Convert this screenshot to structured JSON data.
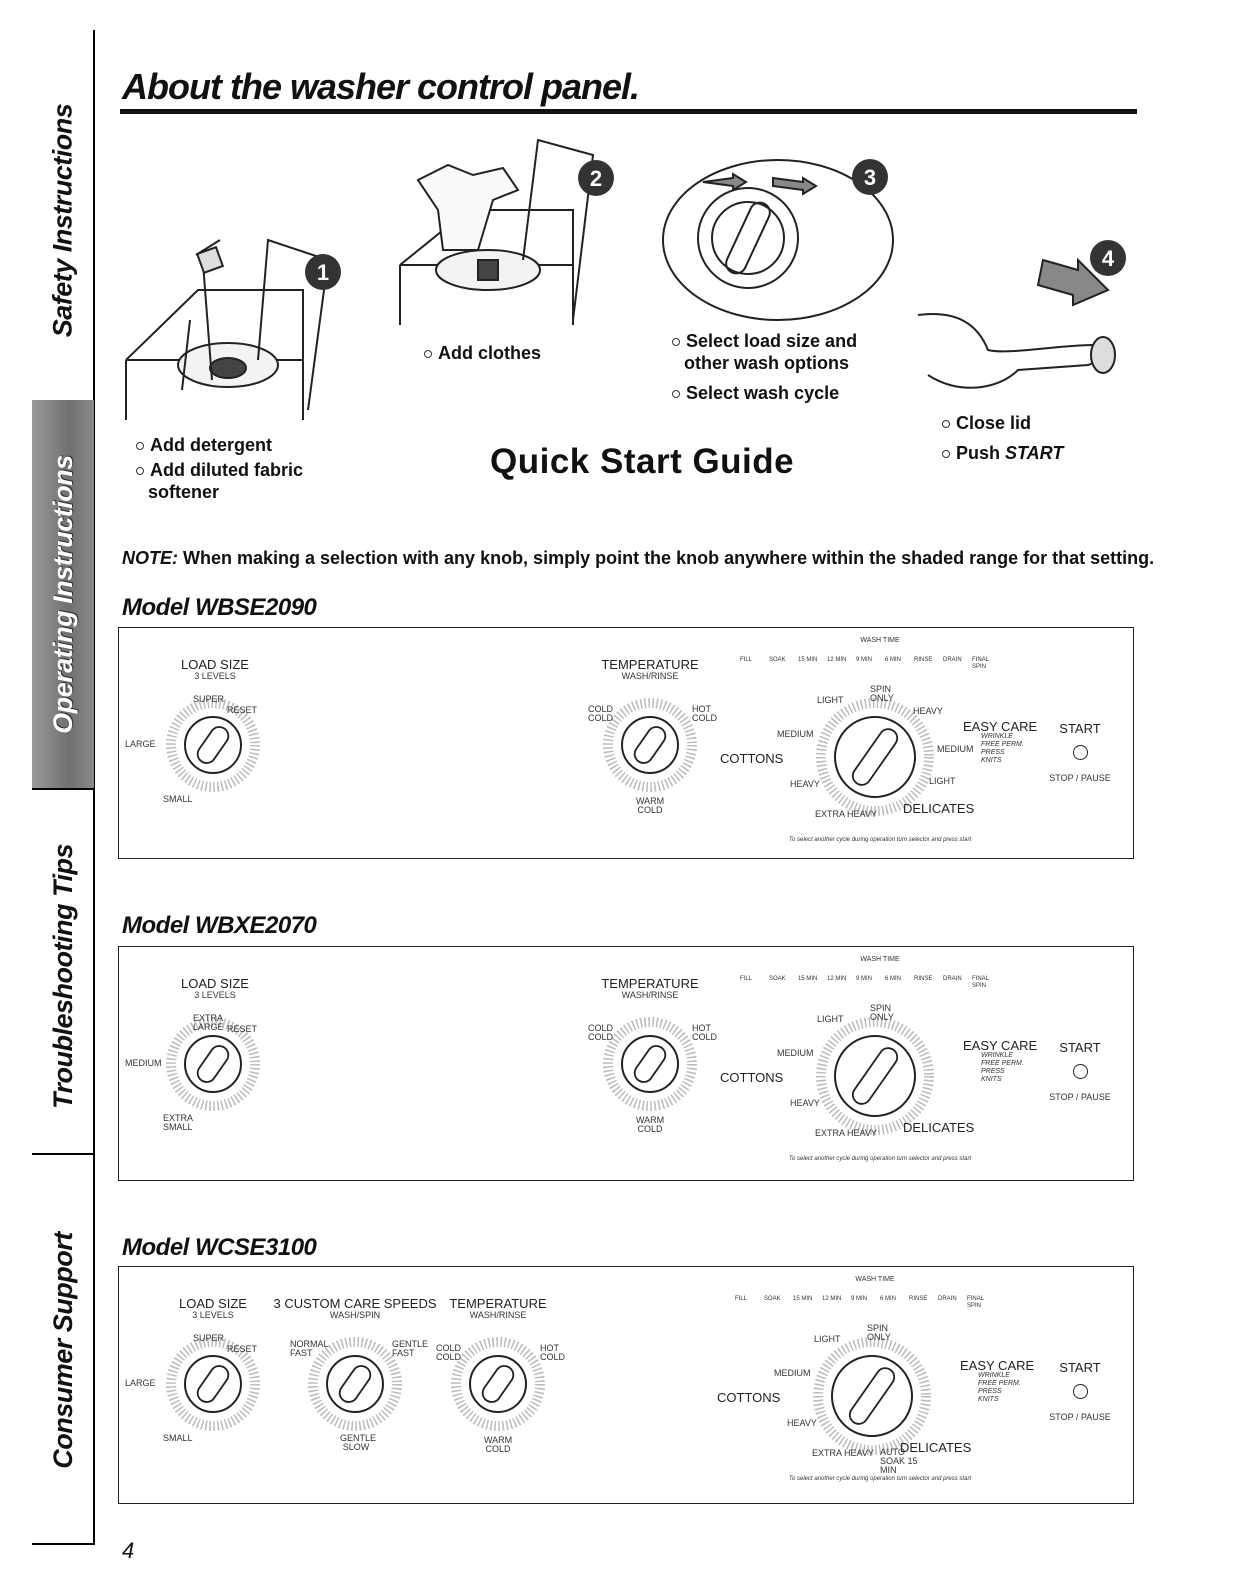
{
  "sidebar": {
    "tabs": [
      {
        "label": "Safety Instructions"
      },
      {
        "label": "Operating Instructions"
      },
      {
        "label": "Troubleshooting Tips"
      },
      {
        "label": "Consumer Support"
      }
    ]
  },
  "title": "About the washer control panel.",
  "steps": [
    {
      "number": "1",
      "bullets": [
        "Add detergent",
        "Add diluted fabric softener"
      ]
    },
    {
      "number": "2",
      "bullets": [
        "Add clothes"
      ]
    },
    {
      "number": "3",
      "bullets": [
        "Select load size and other wash options",
        "Select wash cycle"
      ]
    },
    {
      "number": "4",
      "bullets": [
        "Close lid",
        "Push START"
      ]
    }
  ],
  "step4_push": "Push ",
  "step4_start": "START",
  "quick_start": "Quick Start Guide",
  "note": {
    "prefix": "NOTE:",
    "text": " When making a selection with any knob, simply point the knob anywhere within the shaded range for that setting."
  },
  "models": [
    {
      "title": "Model WBSE2090",
      "load_size": {
        "label": "LOAD SIZE",
        "sub": "3 LEVELS",
        "options": [
          "SUPER",
          "RESET",
          "LARGE",
          "SMALL"
        ]
      },
      "temperature": {
        "label": "TEMPERATURE",
        "sub": "WASH/RINSE",
        "options": [
          "COLD COLD",
          "HOT COLD",
          "WARM COLD"
        ]
      },
      "wash_time": "WASH TIME",
      "timeline": [
        "FILL",
        "SOAK",
        "15 MIN",
        "12 MIN",
        "9 MIN",
        "6 MIN",
        "RINSE",
        "DRAIN",
        "FINAL SPIN"
      ],
      "cycle_left": [
        "LIGHT",
        "MEDIUM",
        "HEAVY",
        "EXTRA HEAVY"
      ],
      "cycle_right": [
        "SPIN ONLY",
        "HEAVY",
        "MEDIUM",
        "LIGHT"
      ],
      "cottons": "COTTONS",
      "easy_care": "EASY CARE",
      "easy_care_sub": "WRINKLE FREE PERM. PRESS KNITS",
      "delicates": "DELICATES",
      "start": "START",
      "stop": "STOP / PAUSE",
      "footnote": "To select another cycle during operation turn selector and press start"
    },
    {
      "title": "Model WBXE2070",
      "load_size": {
        "label": "LOAD SIZE",
        "sub": "3 LEVELS",
        "options": [
          "EXTRA LARGE",
          "RESET",
          "MEDIUM",
          "EXTRA SMALL"
        ]
      },
      "temperature": {
        "label": "TEMPERATURE",
        "sub": "WASH/RINSE",
        "options": [
          "COLD COLD",
          "HOT COLD",
          "WARM COLD"
        ]
      },
      "wash_time": "WASH TIME",
      "timeline": [
        "FILL",
        "SOAK",
        "15 MIN",
        "12 MIN",
        "9 MIN",
        "6 MIN",
        "RINSE",
        "DRAIN",
        "FINAL SPIN"
      ],
      "cycle_left": [
        "LIGHT",
        "MEDIUM",
        "HEAVY",
        "EXTRA HEAVY"
      ],
      "cycle_right": [
        "SPIN ONLY"
      ],
      "cottons": "COTTONS",
      "easy_care": "EASY CARE",
      "easy_care_sub": "WRINKLE FREE PERM. PRESS KNITS",
      "delicates": "DELICATES",
      "start": "START",
      "stop": "STOP / PAUSE",
      "footnote": "To select another cycle during operation turn selector and press start"
    },
    {
      "title": "Model WCSE3100",
      "load_size": {
        "label": "LOAD SIZE",
        "sub": "3 LEVELS",
        "options": [
          "SUPER",
          "RESET",
          "LARGE",
          "SMALL"
        ]
      },
      "custom_care": {
        "label": "3 CUSTOM CARE SPEEDS",
        "sub": "WASH/SPIN",
        "options": [
          "NORMAL FAST",
          "GENTLE FAST",
          "GENTLE SLOW"
        ]
      },
      "temperature": {
        "label": "TEMPERATURE",
        "sub": "WASH/RINSE",
        "options": [
          "COLD COLD",
          "HOT COLD",
          "WARM COLD"
        ]
      },
      "wash_time": "WASH TIME",
      "timeline": [
        "FILL",
        "SOAK",
        "15 MIN",
        "12 MIN",
        "9 MIN",
        "6 MIN",
        "RINSE",
        "DRAIN",
        "FINAL SPIN"
      ],
      "cycle_left": [
        "LIGHT",
        "MEDIUM",
        "HEAVY",
        "EXTRA HEAVY"
      ],
      "cycle_right": [
        "SPIN ONLY",
        "AUTO SOAK 15 MIN"
      ],
      "cottons": "COTTONS",
      "easy_care": "EASY CARE",
      "easy_care_sub": "WRINKLE FREE PERM. PRESS KNITS",
      "delicates": "DELICATES",
      "start": "START",
      "stop": "STOP / PAUSE",
      "footnote": "To select another cycle during operation turn selector and press start"
    }
  ],
  "page_number": "4"
}
